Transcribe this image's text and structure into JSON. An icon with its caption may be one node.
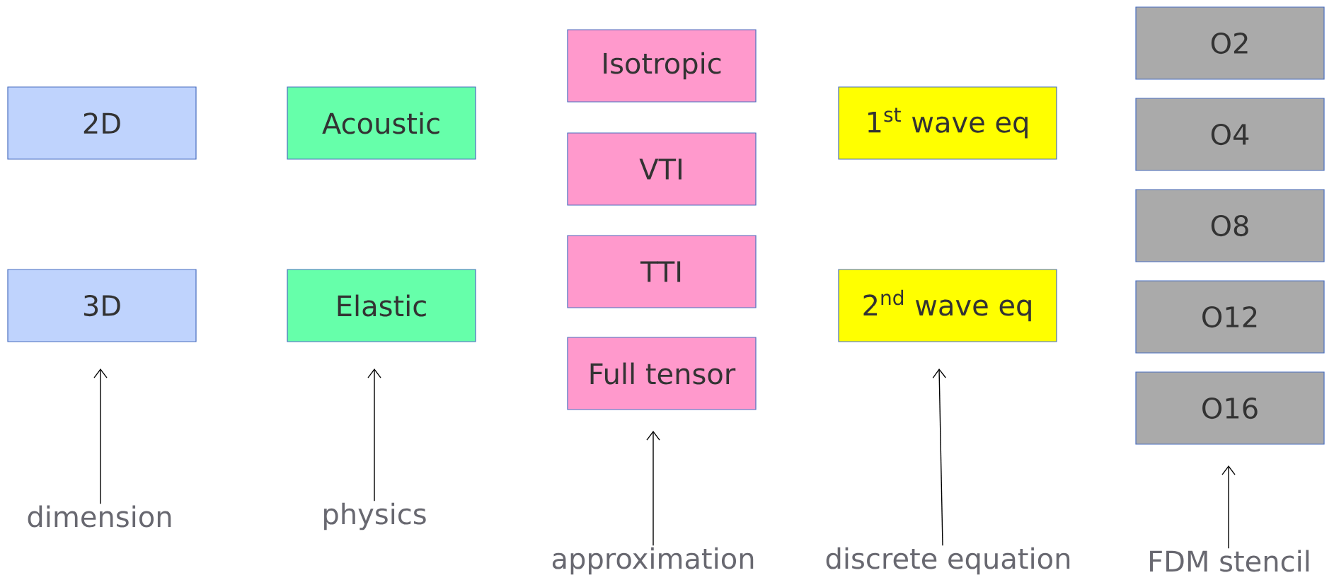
{
  "diagram": {
    "nodes": [
      {
        "text": [
          "2D"
        ]
      },
      {
        "text": [
          "3D"
        ]
      },
      {
        "text": [
          "Acoustic"
        ]
      },
      {
        "text": [
          "Elastic"
        ]
      },
      {
        "text": [
          "Isotropic"
        ]
      },
      {
        "text": [
          "VTI"
        ]
      },
      {
        "text": [
          "TTI"
        ]
      },
      {
        "text": [
          "Full tensor"
        ]
      },
      {
        "text": [
          "1$^{st}$ wave eq"
        ]
      },
      {
        "text": [
          "2$^{nd}$ wave eq"
        ]
      },
      {
        "text": [
          "O2"
        ]
      },
      {
        "text": [
          "O4"
        ]
      },
      {
        "text": [
          "O8"
        ]
      },
      {
        "text": [
          "O12"
        ]
      },
      {
        "text": [
          "O16"
        ]
      },
      {
        "text": [
          "dimension"
        ]
      },
      {
        "text": [
          "physics"
        ]
      },
      {
        "text": [
          "approximation"
        ]
      },
      {
        "text": [
          "discrete equation"
        ]
      },
      {
        "text": [
          "FDM stencil"
        ]
      }
    ],
    "edges": [
      {
        "from": 15,
        "to": null,
        "arrow": "to"
      },
      {
        "from": 16,
        "to": null,
        "arrow": "to"
      },
      {
        "from": 17,
        "to": null,
        "arrow": "to"
      },
      {
        "from": 18,
        "to": null,
        "arrow": "to"
      },
      {
        "from": 19,
        "to": null,
        "arrow": "to"
      }
    ]
  }
}
